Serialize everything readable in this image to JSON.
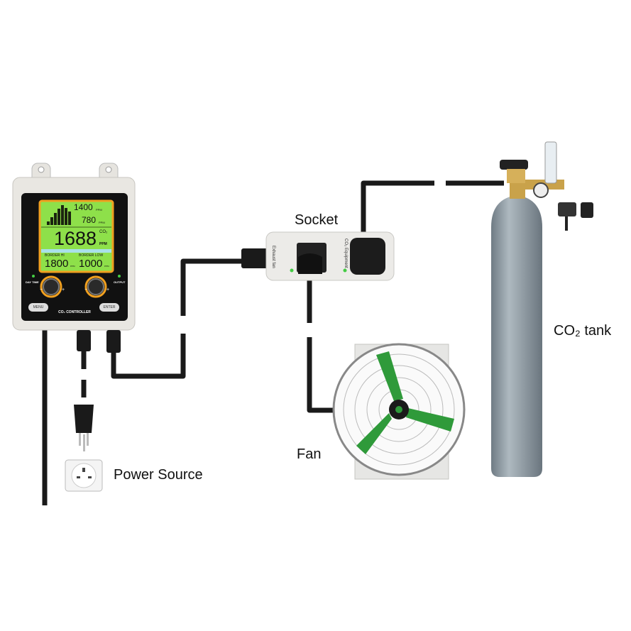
{
  "labels": {
    "socket": "Socket",
    "fan": "Fan",
    "co2_tank": "CO₂ tank",
    "power_source": "Power Source"
  },
  "controller": {
    "name": "CO₂ CONTROLLER",
    "menu_button": "MENU",
    "enter_button": "ENTER",
    "day_time_label": "DAY TIME",
    "output_label": "OUTPUT",
    "knob_minus": "−",
    "knob_plus": "+",
    "display": {
      "max_value": "1400",
      "min_value": "780",
      "max_unit": "PPM",
      "min_unit": "PPM",
      "current_value": "1688",
      "current_label": "CO₂",
      "current_unit": "PPM",
      "border_hi_label": "BORDER HI",
      "border_hi_value": "1800",
      "border_low_label": "BORDER LOW",
      "border_low_value": "1000",
      "unit_small": "PPM"
    }
  },
  "socket_strip": {
    "outlet_left_label": "Exhaust fan",
    "outlet_right_label": "CO₂ Equipment"
  },
  "colors": {
    "lcd_green": "#8ee04a",
    "lcd_border": "#f0a020",
    "fan_blade": "#2f9a3a",
    "tank": "#8e9aa3",
    "cable": "#1a1a1a"
  }
}
